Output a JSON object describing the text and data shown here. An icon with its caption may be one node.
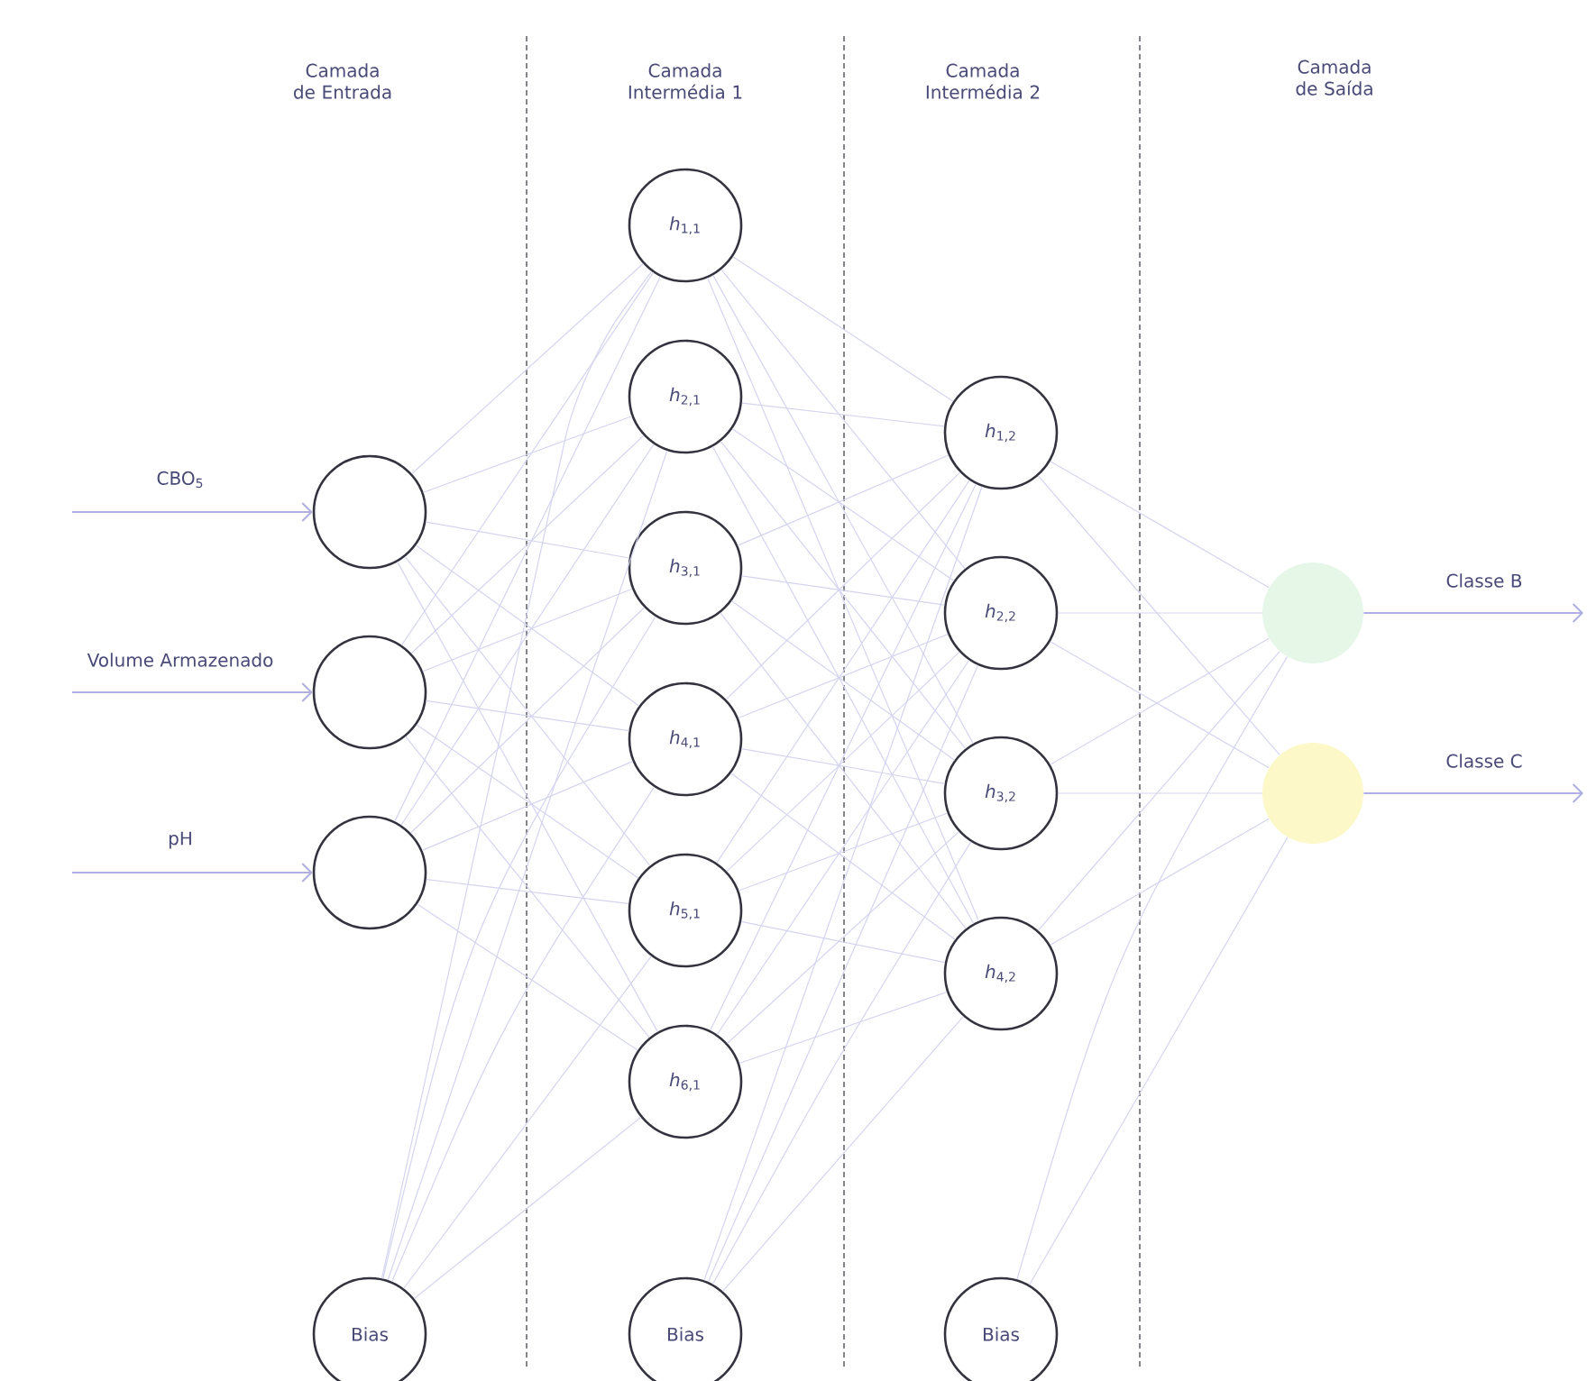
{
  "diagram": {
    "nodes": [
      {
        "text": [],
        "shape": "circle"
      },
      {
        "text": [],
        "shape": "circle"
      },
      {
        "text": [],
        "shape": "circle"
      },
      {
        "text": [
          "Bias"
        ]
      },
      {
        "text": [
          "*h*$_{1,1}$"
        ]
      },
      {
        "text": [
          "*h*$_{2,1}$"
        ]
      },
      {
        "text": [
          "*h*$_{3,1}$"
        ]
      },
      {
        "text": [
          "*h*$_{4,1}$"
        ]
      },
      {
        "text": [
          "*h*$_{5,1}$"
        ]
      },
      {
        "text": [
          "*h*$_{6,1}$"
        ]
      },
      {
        "text": [
          "Bias"
        ]
      },
      {
        "text": [
          "*h*$_{1,2}$"
        ]
      },
      {
        "text": [
          "*h*$_{2,2}$"
        ]
      },
      {
        "text": [
          "*h*$_{3,2}$"
        ]
      },
      {
        "text": [
          "*h*$_{4,2}$"
        ]
      },
      {
        "text": [
          "Bias"
        ]
      },
      {
        "text": [],
        "shape": "circle"
      },
      {
        "text": [],
        "shape": "circle"
      }
    ],
    "edges": [
      {
        "from": null,
        "to": 0,
        "arrow": "to",
        "label": "CBO$_{5}$"
      },
      {
        "from": null,
        "to": 1,
        "arrow": "to",
        "label": "Volume Armazenado"
      },
      {
        "from": null,
        "to": 2,
        "arrow": "to",
        "label": "pH"
      },
      {
        "from": 16,
        "to": null,
        "arrow": "to",
        "label": "Classe B"
      },
      {
        "from": 17,
        "to": null,
        "arrow": "to",
        "label": "Classe C"
      },
      {
        "from": 0,
        "to": 4,
        "arrow": "none"
      },
      {
        "from": 0,
        "to": 5,
        "arrow": "none"
      },
      {
        "from": 0,
        "to": 6,
        "arrow": "none"
      },
      {
        "from": 0,
        "to": 7,
        "arrow": "none"
      },
      {
        "from": 0,
        "to": 8,
        "arrow": "none"
      },
      {
        "from": 0,
        "to": 9,
        "arrow": "none"
      },
      {
        "from": 1,
        "to": 4,
        "arrow": "none"
      },
      {
        "from": 1,
        "to": 5,
        "arrow": "none"
      },
      {
        "from": 1,
        "to": 6,
        "arrow": "none"
      },
      {
        "from": 1,
        "to": 7,
        "arrow": "none"
      },
      {
        "from": 1,
        "to": 8,
        "arrow": "none"
      },
      {
        "from": 1,
        "to": 9,
        "arrow": "none"
      },
      {
        "from": 2,
        "to": 4,
        "arrow": "none"
      },
      {
        "from": 2,
        "to": 5,
        "arrow": "none"
      },
      {
        "from": 2,
        "to": 6,
        "arrow": "none"
      },
      {
        "from": 2,
        "to": 7,
        "arrow": "none"
      },
      {
        "from": 2,
        "to": 8,
        "arrow": "none"
      },
      {
        "from": 2,
        "to": 9,
        "arrow": "none"
      },
      {
        "from": 3,
        "to": 4,
        "arrow": "none"
      },
      {
        "from": 3,
        "to": 5,
        "arrow": "none"
      },
      {
        "from": 3,
        "to": 6,
        "arrow": "none"
      },
      {
        "from": 3,
        "to": 7,
        "arrow": "none"
      },
      {
        "from": 3,
        "to": 8,
        "arrow": "none"
      },
      {
        "from": 3,
        "to": 9,
        "arrow": "none"
      },
      {
        "from": 4,
        "to": 11,
        "arrow": "none"
      },
      {
        "from": 4,
        "to": 12,
        "arrow": "none"
      },
      {
        "from": 4,
        "to": 13,
        "arrow": "none"
      },
      {
        "from": 4,
        "to": 14,
        "arrow": "none"
      },
      {
        "from": 5,
        "to": 11,
        "arrow": "none"
      },
      {
        "from": 5,
        "to": 12,
        "arrow": "none"
      },
      {
        "from": 5,
        "to": 13,
        "arrow": "none"
      },
      {
        "from": 5,
        "to": 14,
        "arrow": "none"
      },
      {
        "from": 6,
        "to": 11,
        "arrow": "none"
      },
      {
        "from": 6,
        "to": 12,
        "arrow": "none"
      },
      {
        "from": 6,
        "to": 13,
        "arrow": "none"
      },
      {
        "from": 6,
        "to": 14,
        "arrow": "none"
      },
      {
        "from": 7,
        "to": 11,
        "arrow": "none"
      },
      {
        "from": 7,
        "to": 12,
        "arrow": "none"
      },
      {
        "from": 7,
        "to": 13,
        "arrow": "none"
      },
      {
        "from": 7,
        "to": 14,
        "arrow": "none"
      },
      {
        "from": 8,
        "to": 11,
        "arrow": "none"
      },
      {
        "from": 8,
        "to": 12,
        "arrow": "none"
      },
      {
        "from": 8,
        "to": 13,
        "arrow": "none"
      },
      {
        "from": 8,
        "to": 14,
        "arrow": "none"
      },
      {
        "from": 9,
        "to": 11,
        "arrow": "none"
      },
      {
        "from": 9,
        "to": 12,
        "arrow": "none"
      },
      {
        "from": 9,
        "to": 13,
        "arrow": "none"
      },
      {
        "from": 9,
        "to": 14,
        "arrow": "none"
      },
      {
        "from": 10,
        "to": 11,
        "arrow": "none"
      },
      {
        "from": 10,
        "to": 12,
        "arrow": "none"
      },
      {
        "from": 10,
        "to": 13,
        "arrow": "none"
      },
      {
        "from": 10,
        "to": 14,
        "arrow": "none"
      },
      {
        "from": 11,
        "to": 16,
        "arrow": "none"
      },
      {
        "from": 11,
        "to": 17,
        "arrow": "none"
      },
      {
        "from": 12,
        "to": 16,
        "arrow": "none"
      },
      {
        "from": 12,
        "to": 17,
        "arrow": "none"
      },
      {
        "from": 13,
        "to": 16,
        "arrow": "none"
      },
      {
        "from": 13,
        "to": 17,
        "arrow": "none"
      },
      {
        "from": 14,
        "to": 16,
        "arrow": "none"
      },
      {
        "from": 14,
        "to": 17,
        "arrow": "none"
      },
      {
        "from": 15,
        "to": 16,
        "arrow": "none"
      },
      {
        "from": 15,
        "to": 17,
        "arrow": "none"
      }
    ],
    "labels": [
      "Camada de Entrada",
      "Camada Intermédia 1",
      "Camada Intermédia 2",
      "Camada de Saída"
    ]
  }
}
